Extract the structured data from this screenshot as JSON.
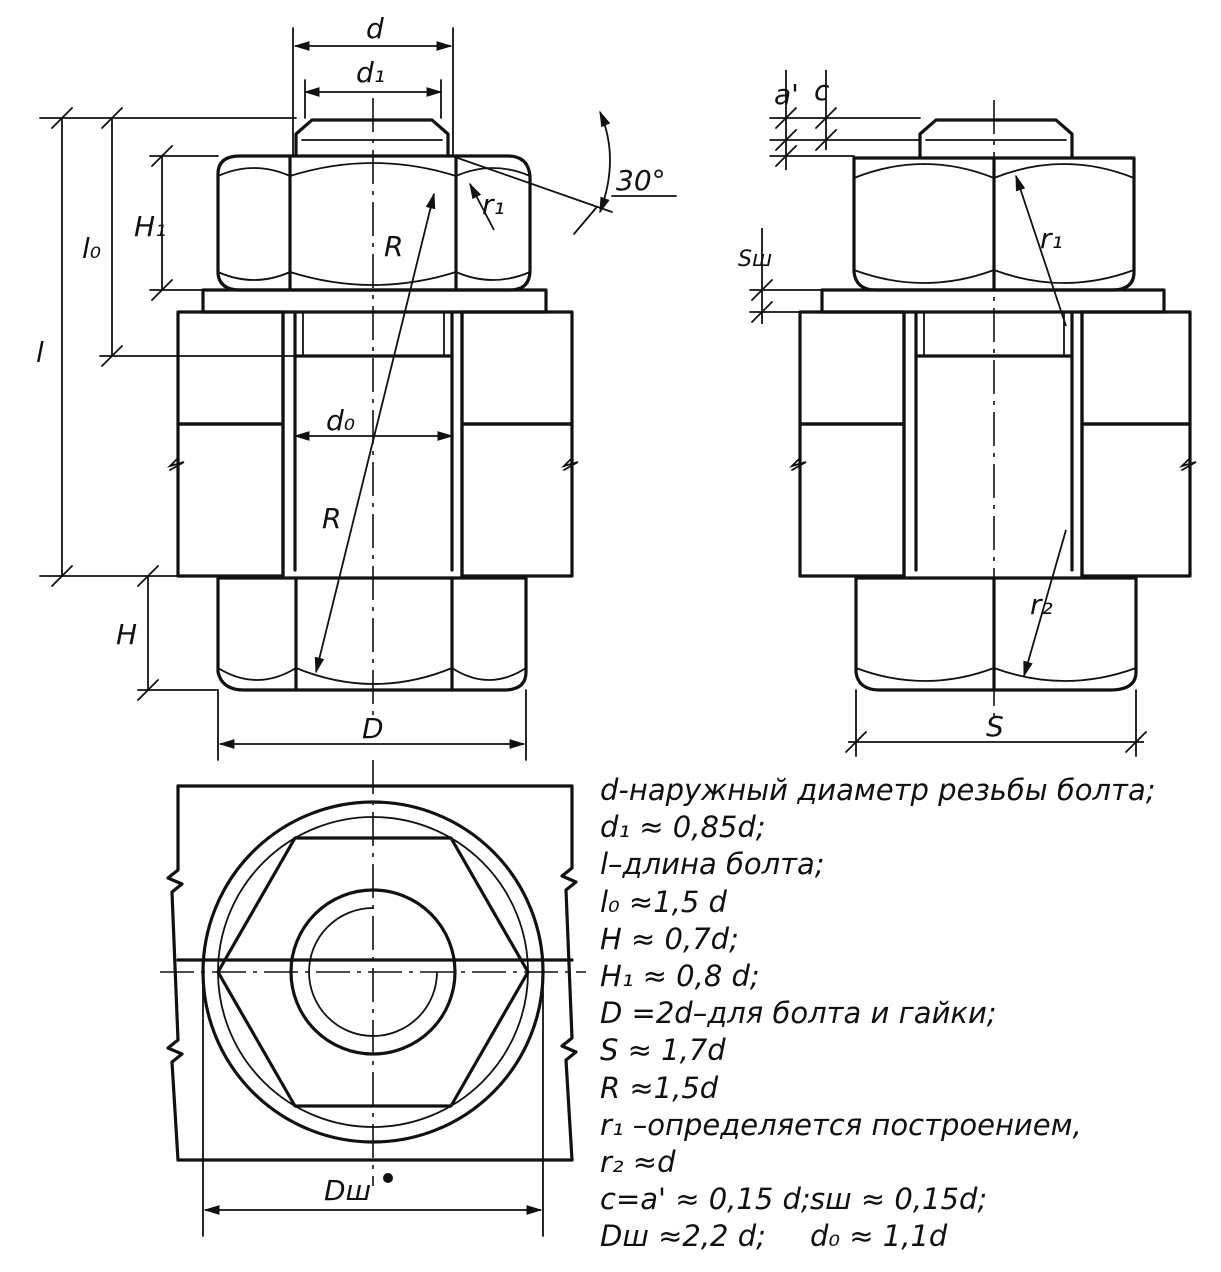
{
  "labels": {
    "d": "d",
    "d1": "d₁",
    "l": "l",
    "l0": "l₀",
    "H1": "H₁",
    "H": "H",
    "R_top": "R",
    "R_bottom": "R",
    "r1_left": "r₁",
    "angle": "30°",
    "d0": "d₀",
    "D": "D",
    "a_prime": "a'",
    "c": "c",
    "s_sh": "Sш",
    "r1_right": "r₁",
    "r2": "r₂",
    "S": "S",
    "D_sh": "Dш"
  },
  "legend": [
    "d-наружный диаметр резьбы болта;",
    "d₁ ≈ 0,85d;",
    "l–длина  болта;",
    "l₀ ≈1,5 d",
    "H ≈ 0,7d;",
    "H₁ ≈ 0,8 d;",
    "D =2d–для болта и гайки;",
    "S ≈ 1,7d",
    "R ≈1,5d",
    "r₁ –определяется построением,",
    "r₂ ≈d"
  ],
  "legend_pairs": [
    {
      "left": "c=a' ≈ 0,15 d;",
      "right": "sш ≈ 0,15d;"
    },
    {
      "left": "Dш ≈2,2 d;",
      "right": "d₀ ≈ 1,1d"
    }
  ]
}
